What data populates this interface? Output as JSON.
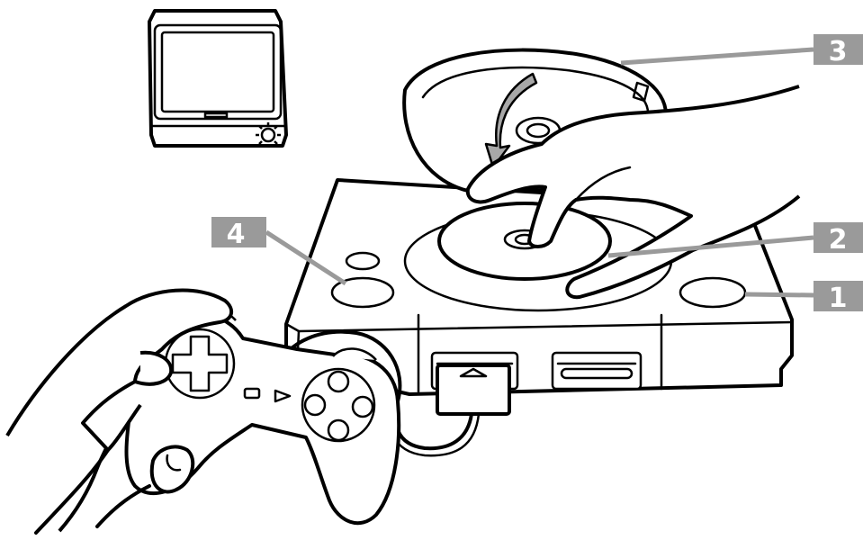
{
  "callouts": [
    {
      "id": "1",
      "label": "1"
    },
    {
      "id": "2",
      "label": "2"
    },
    {
      "id": "3",
      "label": "3"
    },
    {
      "id": "4",
      "label": "4"
    }
  ],
  "colors": {
    "callout_box": "#9a9a9a",
    "callout_text": "#ffffff",
    "arrow": "#a8a8a8",
    "line": "#000000"
  },
  "icons": {
    "monitor": "tv-monitor-icon",
    "console": "game-console-icon",
    "controller": "gamepad-icon",
    "disc": "disc-icon",
    "power_indicator": "power-light-icon"
  }
}
